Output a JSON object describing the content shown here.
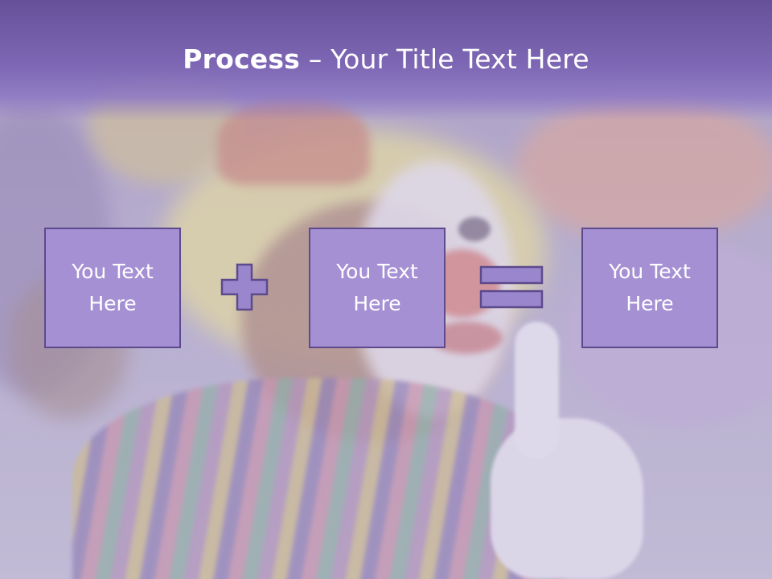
{
  "slide": {
    "title_bold": "Process",
    "title_rest": " – Your Title Text Here"
  },
  "process": {
    "step1": "You Text Here",
    "operator1": "plus-icon",
    "step2": "You Text Here",
    "operator2": "equals-icon",
    "step3": "You Text Here"
  },
  "colors": {
    "header": "#7e68b5",
    "box_fill": "#a590d3",
    "box_border": "#5d4a8c",
    "operator_fill": "#9a86cc"
  }
}
